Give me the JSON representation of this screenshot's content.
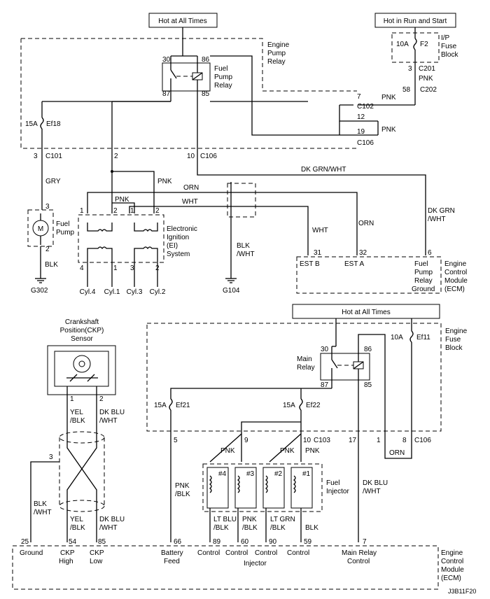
{
  "labels": {
    "hot_top": "Hot at All Times",
    "hot_run": "Hot in Run and Start",
    "hot_mid": "Hot at All Times",
    "epr_box": [
      "Engine",
      "Pump",
      "Relay"
    ],
    "ip_fuse": [
      "I/P",
      "Fuse",
      "Block"
    ],
    "fuse_10a_f2": "10A",
    "f2": "F2",
    "c201": "C201",
    "c202": "C202",
    "pnk": "PNK",
    "pin_3": "3",
    "pin_58": "58",
    "pin_7": "7",
    "pin_12": "12",
    "pin_19": "19",
    "c102": "C102",
    "c106": "C106",
    "fuel_pump_relay": [
      "Fuel",
      "Pump",
      "Relay"
    ],
    "pin_30": "30",
    "pin_86": "86",
    "pin_87": "87",
    "pin_85": "85",
    "fuse_15a": "15A",
    "ef18": "Ef18",
    "c101": "C101",
    "pin_2": "2",
    "pin_10": "10",
    "c106_2": "C106",
    "dk_grn_wht": "DK GRN/WHT",
    "gry": "GRY",
    "orn": "ORN",
    "wht": "WHT",
    "fuel_pump": [
      "Fuel",
      "Pump"
    ],
    "motor": "M",
    "blk": "BLK",
    "g302": "G302",
    "ei_system": [
      "Electronic",
      "Ignition",
      "(EI)",
      "System"
    ],
    "cyl": [
      "Cyl.4",
      "Cyl.1",
      "Cyl.3",
      "Cyl.2"
    ],
    "ei_pins_top": [
      "1",
      "2",
      "1",
      "2"
    ],
    "ei_pins_bot": [
      "4",
      "1",
      "3",
      "2"
    ],
    "blk_wht": [
      "BLK",
      "/WHT"
    ],
    "g104": "G104",
    "dk_grn_wht2": [
      "DK GRN",
      "/WHT"
    ],
    "pin_31": "31",
    "pin_32": "32",
    "pin_6": "6",
    "est_b": "EST B",
    "est_a": "EST A",
    "fprg": [
      "Fuel",
      "Pump",
      "Relay",
      "Ground"
    ],
    "ecm": [
      "Engine",
      "Control",
      "Module",
      "(ECM)"
    ],
    "ckp": [
      "Crankshaft",
      "Position(CKP)",
      "Sensor"
    ],
    "yel_blk": [
      "YEL",
      "/BLK"
    ],
    "dk_blu_wht": [
      "DK BLU",
      "/WHT"
    ],
    "efb": [
      "Engine",
      "Fuse",
      "Block"
    ],
    "ef11": "Ef11",
    "fuse_10a": "10A",
    "main_relay": [
      "Main",
      "Relay"
    ],
    "ef21": "Ef21",
    "ef22": "Ef22",
    "pin_5": "5",
    "pin_9": "9",
    "pin_17": "17",
    "pin_1": "1",
    "pin_8": "8",
    "c103": "C103",
    "inj_num": [
      "#4",
      "#3",
      "#2",
      "#1"
    ],
    "fuel_injector": [
      "Fuel",
      "Injector"
    ],
    "pnk_blk": [
      "PNK",
      "/BLK"
    ],
    "ltblu_blk": [
      "LT BLU",
      "/BLK"
    ],
    "ltgrn_blk": [
      "LT GRN",
      "/BLK"
    ],
    "dkblu_wht": [
      "DK BLU",
      "/WHT"
    ],
    "pins_bot": [
      "25",
      "54",
      "85",
      "66",
      "89",
      "60",
      "90",
      "59",
      "7"
    ],
    "bot_labels": [
      "Ground",
      "CKP",
      "High",
      "CKP",
      "Low",
      "Battery",
      "Feed",
      "Control",
      "Control",
      "Control",
      "Control",
      "Injector",
      "Main Relay",
      "Control"
    ],
    "code": "J3B11F20"
  }
}
